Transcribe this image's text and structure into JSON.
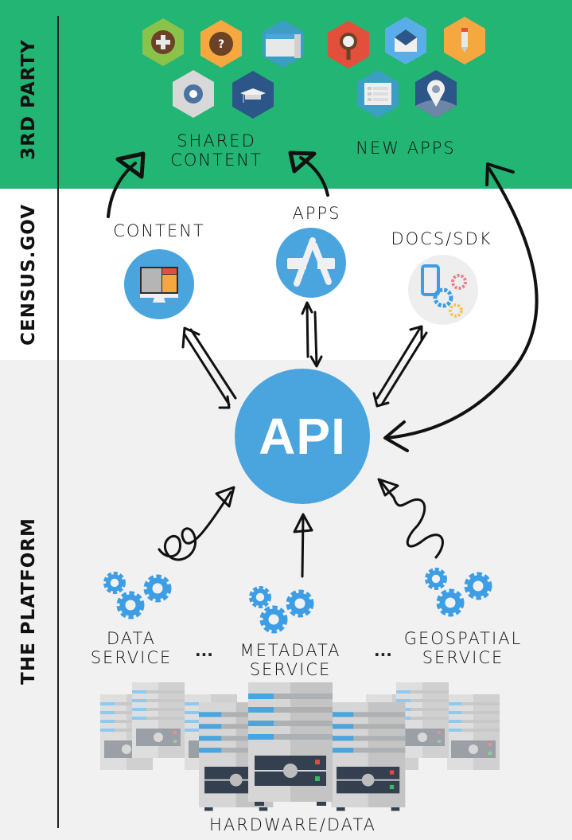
{
  "zones": {
    "third_party": {
      "label": "3RD PARTY",
      "color": "#22b573"
    },
    "census_gov": {
      "label": "CENSUS.GOV",
      "color": "#ffffff"
    },
    "platform": {
      "label": "THE PLATFORM",
      "color": "#f1f1f1"
    }
  },
  "third_party": {
    "shared_content": {
      "label_line1": "SHARED",
      "label_line2": "CONTENT",
      "icons": [
        "plus-icon",
        "help-icon",
        "browser-window-icon",
        "settings-gear-icon",
        "graduation-cap-icon"
      ]
    },
    "new_apps": {
      "label": "NEW APPS",
      "icons": [
        "search-magnifier-icon",
        "mail-envelope-icon",
        "pencil-icon",
        "checklist-icon",
        "map-pin-icon"
      ]
    }
  },
  "census_gov": {
    "content": {
      "label": "CONTENT",
      "icon": "desktop-monitor-icon"
    },
    "apps": {
      "label": "APPS",
      "icon": "app-store-icon"
    },
    "docs_sdk": {
      "label": "DOCS/SDK",
      "icon": "tablet-gears-icon"
    }
  },
  "api": {
    "label": "API",
    "color": "#4aa5df"
  },
  "services": [
    {
      "line1": "DATA",
      "line2": "SERVICE"
    },
    {
      "line1": "METADATA",
      "line2": "SERVICE"
    },
    {
      "line1": "GEOSPATIAL",
      "line2": "SERVICE"
    }
  ],
  "ellipsis": "...",
  "hardware": {
    "label": "HARDWARE/DATA"
  },
  "colors": {
    "accent_blue": "#4aa5df",
    "green": "#22b573",
    "ink": "#111111"
  }
}
